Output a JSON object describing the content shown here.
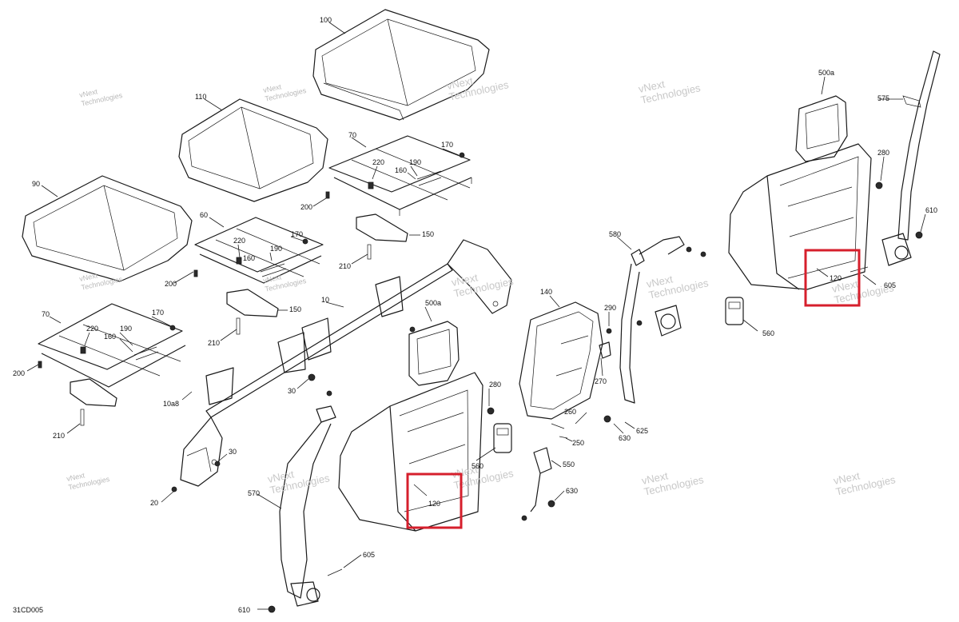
{
  "diagram": {
    "code": "31CD005",
    "watermark": {
      "line1": "vNext",
      "line2": "Technologies"
    },
    "highlight_color": "#d61f2c",
    "callouts": {
      "c100": "100",
      "c110": "110",
      "c90": "90",
      "c70a": "70",
      "c70b": "70",
      "c60": "60",
      "c170a": "170",
      "c170b": "170",
      "c170c": "170",
      "c190a": "190",
      "c190b": "190",
      "c190c": "190",
      "c220a": "220",
      "c220b": "220",
      "c220c": "220",
      "c160a": "160",
      "c160b": "160",
      "c160c": "160",
      "c200a": "200",
      "c200b": "200",
      "c200c": "200",
      "c150a": "150",
      "c150b": "150",
      "c210a": "210",
      "c210b": "210",
      "c210c": "210",
      "c10": "10",
      "c10a8": "10a8",
      "c30a": "30",
      "c30b": "30",
      "c20": "20",
      "c500a1": "500a",
      "c500a2": "500a",
      "c120a": "120",
      "c120b": "120",
      "c280a": "280",
      "c280b": "280",
      "c560a": "560",
      "c560b": "560",
      "c550": "550",
      "c630a": "630",
      "c630b": "630",
      "c570": "570",
      "c605": "605",
      "c610a": "610",
      "c610b": "610",
      "c140": "140",
      "c290": "290",
      "c270": "270",
      "c260": "260",
      "c250": "250",
      "c580": "580",
      "c625": "625",
      "c575": "575",
      "c605b": "605"
    }
  }
}
